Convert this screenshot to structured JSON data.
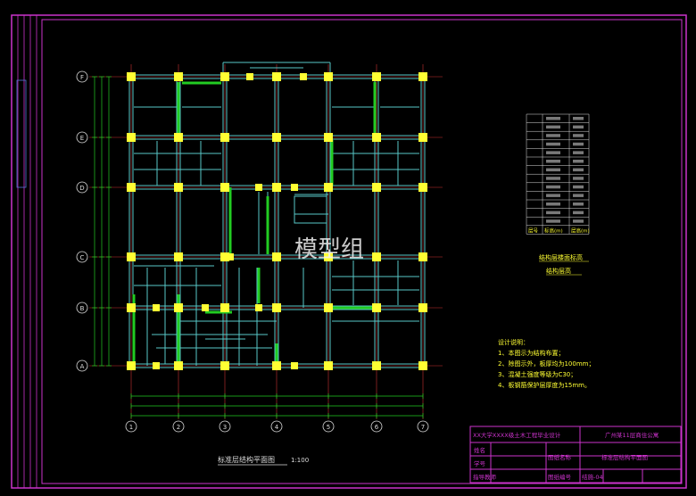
{
  "watermark": "模型组",
  "plan": {
    "title": "标准层结构平面图",
    "scale": "1:100",
    "row_axes": [
      "F",
      "E",
      "D",
      "C",
      "B",
      "A"
    ],
    "col_axes": [
      "1",
      "2",
      "3",
      "4",
      "5",
      "6",
      "7"
    ]
  },
  "slab_table": {
    "caption_line1": "结构层楼面标高",
    "caption_line2": "结构层高",
    "footer": [
      "层号",
      "标高(m)",
      "层高(m)"
    ]
  },
  "design_notes": {
    "heading": "设计说明：",
    "lines": [
      "1、本图示为结构布置；",
      "2、除图示外，板厚均为100mm；",
      "3、混凝土强度等级为C30；",
      "4、板钢筋保护层厚度为15mm。"
    ]
  },
  "title_block": {
    "school": "XX大学XXXX级土木工程毕业设计",
    "project": "广州某11层商住公寓",
    "drawing_name": "标准层结构平面图",
    "row_labels": [
      "姓名",
      "学号",
      "指导教师"
    ],
    "name_label": "图纸名称",
    "number_label": "图纸编号",
    "number_value": "结施-04"
  },
  "colors": {
    "background": "#000000",
    "frame": "#cc33cc",
    "beam": "#58c8c8",
    "column": "#ffff33",
    "axis": "#cc3333",
    "wall": "#22cc22",
    "text_white": "#dddddd",
    "text_yellow": "#ffff33"
  }
}
